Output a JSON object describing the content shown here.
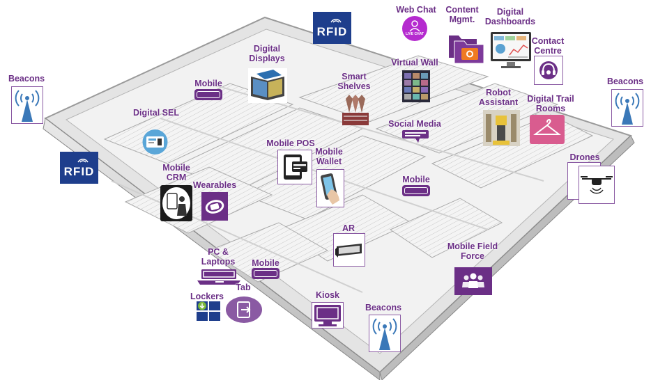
{
  "labels": {
    "beacons_left": "Beacons",
    "beacons_right": "Beacons",
    "beacons_bottom": "Beacons",
    "web_chat": "Web Chat",
    "live_chat_icon_text": "LIVE CHAT",
    "content_mgmt": "Content Mgmt.",
    "digital_dashboards": "Digital Dashboards",
    "contact_centre": "Contact Centre",
    "rfid_top": "RFID",
    "rfid_left": "RFID",
    "digital_displays": "Digital Displays",
    "mobile_top": "Mobile",
    "virtual_wall": "Virtual Wall",
    "smart_shelves": "Smart Shelves",
    "robot_assistant": "Robot Assistant",
    "digital_trail_rooms": "Digital Trail Rooms",
    "digital_sel": "Digital SEL",
    "social_media": "Social Media",
    "mobile_pos": "Mobile POS",
    "mobile_wallet": "Mobile Wallet",
    "mobile_crm": "Mobile CRM",
    "wearables": "Wearables",
    "mobile_mid": "Mobile",
    "drones": "Drones",
    "ar": "AR",
    "mobile_field_force": "Mobile Field Force",
    "pc_laptops": "PC & Laptops",
    "mobile_bottom": "Mobile",
    "lockers": "Lockers",
    "tab": "Tab",
    "kiosk": "Kiosk"
  },
  "colors": {
    "accent_purple": "#6b2f86",
    "rfid_blue": "#1e3e8c",
    "beacon_blue": "#3a78b8",
    "hanger_pink": "#d95c8f",
    "floor_gray": "#e4e4e4"
  }
}
